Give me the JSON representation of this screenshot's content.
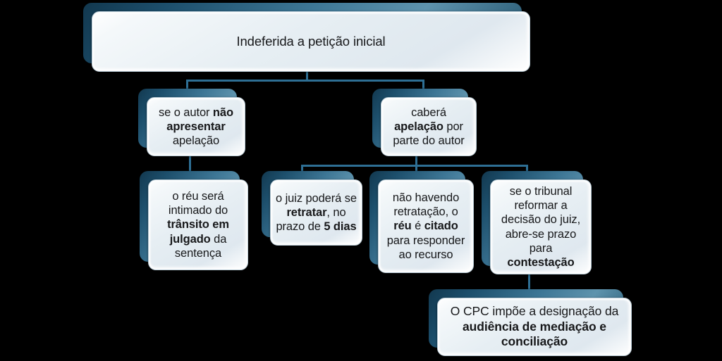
{
  "diagram": {
    "type": "flowchart",
    "title": "Indeferida a petição inicial",
    "language": "pt-BR",
    "accent_color": "#2e6f94",
    "node_back_color": "#1d4f6c",
    "node_front_color": "#e6eef3",
    "text_color": "#17181a",
    "background_color": "#000000"
  },
  "nodes": {
    "root": {
      "id": "root",
      "text": "Indeferida a petição inicial",
      "segments": [
        {
          "text": "Indeferida a petição inicial",
          "bold": false
        }
      ]
    },
    "branch_left": {
      "id": "branch-left",
      "text": "se o autor não apresentar apelação",
      "segments": [
        {
          "text": "se o autor ",
          "bold": false
        },
        {
          "text": "não apresentar",
          "bold": true
        },
        {
          "text": " apelação",
          "bold": false
        }
      ]
    },
    "branch_right": {
      "id": "branch-right",
      "text": "caberá apelação por parte do autor",
      "segments": [
        {
          "text": "caberá ",
          "bold": false
        },
        {
          "text": "apelação",
          "bold": true
        },
        {
          "text": " por parte do autor",
          "bold": false
        }
      ]
    },
    "child_1": {
      "id": "child-1",
      "text": "o réu será intimado do trânsito em julgado da sentença",
      "segments": [
        {
          "text": "o réu será intimado do ",
          "bold": false
        },
        {
          "text": "trânsito em julgado",
          "bold": true
        },
        {
          "text": " da sentença",
          "bold": false
        }
      ]
    },
    "child_2": {
      "id": "child-2",
      "text": "o juiz poderá se retratar, no prazo de 5 dias",
      "segments": [
        {
          "text": "o juiz poderá se ",
          "bold": false
        },
        {
          "text": "retratar",
          "bold": true
        },
        {
          "text": ", no prazo de ",
          "bold": false
        },
        {
          "text": "5 dias",
          "bold": true
        }
      ]
    },
    "child_3": {
      "id": "child-3",
      "text": "não havendo retratação, o réu é citado para responder ao recurso",
      "segments": [
        {
          "text": "não havendo retratação, o ",
          "bold": false
        },
        {
          "text": "réu",
          "bold": true
        },
        {
          "text": " é ",
          "bold": false
        },
        {
          "text": "citado",
          "bold": true
        },
        {
          "text": " para responder ao recurso",
          "bold": false
        }
      ]
    },
    "child_4": {
      "id": "child-4",
      "text": "se o tribunal reformar a decisão do juiz, abre-se prazo para contestação",
      "segments": [
        {
          "text": "se o tribunal reformar a decisão do juiz, abre-se prazo para ",
          "bold": false
        },
        {
          "text": "contestação",
          "bold": true
        }
      ]
    },
    "bottom": {
      "id": "bottom",
      "text": "O CPC impõe a designação da audiência de mediação e conciliação",
      "segments": [
        {
          "text": "O CPC impõe a designação da ",
          "bold": false
        },
        {
          "text": "audiência de mediação e conciliação",
          "bold": true
        }
      ]
    }
  },
  "edges": [
    {
      "from": "root",
      "to": "branch_left"
    },
    {
      "from": "root",
      "to": "branch_right"
    },
    {
      "from": "branch_left",
      "to": "child_1"
    },
    {
      "from": "branch_right",
      "to": "child_2"
    },
    {
      "from": "branch_right",
      "to": "child_3"
    },
    {
      "from": "branch_right",
      "to": "child_4"
    },
    {
      "from": "child_4",
      "to": "bottom"
    }
  ]
}
